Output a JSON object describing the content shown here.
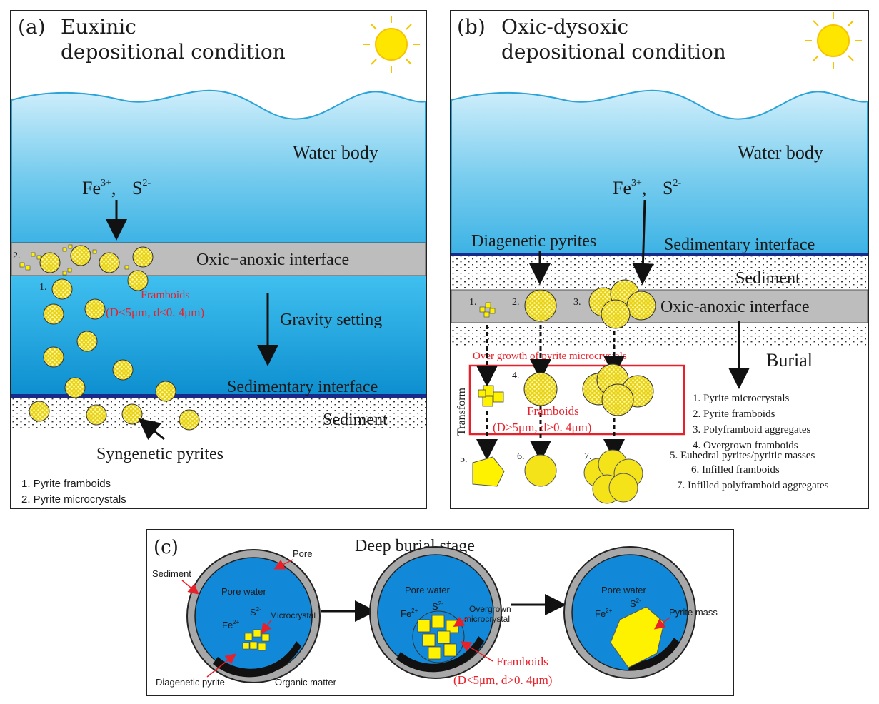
{
  "panel_a": {
    "tag": "(a)",
    "title_line1": "Euxinic",
    "title_line2": "depositional condition",
    "water_body": "Water body",
    "fe_ion": "Fe",
    "fe_sup": "3+",
    "separator": ",",
    "s_ion": "S",
    "s_sup": "2-",
    "oxic_anoxic": "Oxic−anoxic interface",
    "num1": "1.",
    "num2": "2.",
    "framboids": "Framboids",
    "framboid_size": "(D<5μm, d≤0. 4μm)",
    "gravity": "Gravity setting",
    "sedimentary_interface": "Sedimentary interface",
    "sediment": "Sediment",
    "syngenetic": "Syngenetic pyrites",
    "legend": [
      "1. Pyrite framboids",
      "2. Pyrite microcrystals"
    ]
  },
  "panel_b": {
    "tag": "(b)",
    "title_line1": "Oxic-dysoxic",
    "title_line2": "depositional condition",
    "water_body": "Water body",
    "fe_ion": "Fe",
    "fe_sup": "3+",
    "separator": ",",
    "s_ion": "S",
    "s_sup": "2-",
    "diagenetic": "Diagenetic pyrites",
    "sedimentary_interface": "Sedimentary interface",
    "sediment": "Sediment",
    "oxic_anoxic": "Oxic-anoxic interface",
    "over_growth": "Over growth of pyrite microcrystals",
    "transform": "Transform",
    "framboids": "Framboids",
    "framboid_size": "(D>5μm, d>0. 4μm)",
    "burial": "Burial",
    "nums": [
      "1.",
      "2.",
      "3.",
      "4.",
      "5.",
      "6.",
      "7."
    ],
    "legend": [
      "1. Pyrite microcrystals",
      "2. Pyrite framboids",
      "3. Polyframboid aggregates",
      "4. Overgrown framboids",
      "5. Euhedral pyrites/pyritic masses",
      "6. Infilled framboids",
      "7. Infilled polyframboid aggregates"
    ]
  },
  "panel_c": {
    "tag": "(c)",
    "title": "Deep burial stage",
    "pore": "Pore",
    "sediment": "Sediment",
    "pore_water": "Pore water",
    "fe": "Fe",
    "fe_sup": "2+",
    "s": "S",
    "s_sup": "2-",
    "microcrystal": "Microcrystal",
    "diagenetic_pyrite": "Diagenetic pyrite",
    "organic_matter": "Organic matter",
    "overgrown_1": "Overgrown",
    "overgrown_2": "microcrystal",
    "framboids": "Framboids",
    "framboid_size": "(D<5μm, d>0. 4μm)",
    "pyrite_mass": "Pyrite mass"
  },
  "colors": {
    "sky_blue": "#41b3e4",
    "deep_blue": "#0f9ad6",
    "interface_gray": "#bdbdbd",
    "pyrite_yellow": "#fff200",
    "accent_red": "#e8202a"
  }
}
